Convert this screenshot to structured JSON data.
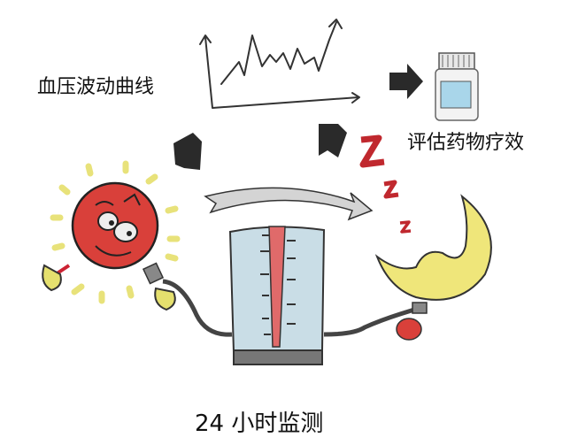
{
  "labels": {
    "bp_curve": "血压波动曲线",
    "evaluate_drug": "评估药物疗效",
    "monitor_24h": "24 小时监测"
  },
  "icons": {
    "sun": "sun-character-icon",
    "moon": "sleeping-moon-icon",
    "gauge": "blood-pressure-gauge-icon",
    "bottle": "medicine-bottle-icon",
    "chart": "line-chart-icon",
    "zzz": "sleep-z-icon"
  },
  "colors": {
    "sun_red": "#d9403a",
    "sun_rays": "#e8e27a",
    "moon_yellow": "#efe67a",
    "gauge_blue": "#c9dde6",
    "gauge_red": "#e06a6a",
    "z_red": "#c0282e",
    "arrow_dark": "#2a2a2a",
    "arrow_grey": "#d4d4d4",
    "bottle_label": "#a9d6ea"
  }
}
